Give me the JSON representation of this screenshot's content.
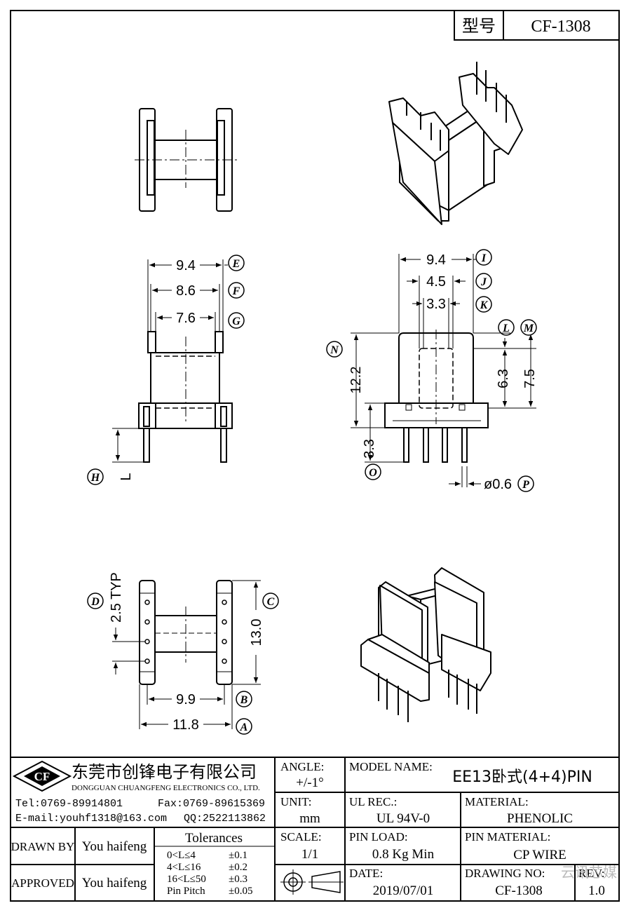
{
  "header": {
    "model_label": "型号",
    "model_code": "CF-1308"
  },
  "dims": {
    "top_view": {
      "d_e": "9.4",
      "d_f": "8.6",
      "d_g": "7.6",
      "d_l": "L",
      "lbl_e": "E",
      "lbl_f": "F",
      "lbl_g": "G",
      "lbl_h": "H"
    },
    "front_view": {
      "d_i": "9.4",
      "d_j": "4.5",
      "d_k": "3.3",
      "d_n": "12.2",
      "d_l": "6.3",
      "d_m": "7.5",
      "d_o": "3.3",
      "d_p": "ø0.6",
      "lbl_i": "I",
      "lbl_j": "J",
      "lbl_k": "K",
      "lbl_l": "L",
      "lbl_m": "M",
      "lbl_n": "N",
      "lbl_o": "O",
      "lbl_p": "P"
    },
    "bottom_view": {
      "d_d": "2.5 TYP",
      "d_c": "13.0",
      "d_b": "9.9",
      "d_a": "11.8",
      "lbl_a": "A",
      "lbl_b": "B",
      "lbl_c": "C",
      "lbl_d": "D"
    }
  },
  "company": {
    "logo_text": "CF",
    "name_cn": "东莞市创锋电子有限公司",
    "name_en": "DONGGUAN CHUANGFENG ELECTRONICS CO., LTD.",
    "tel": "Tel:0769-89914801",
    "fax": "Fax:0769-89615369",
    "email": "E-mail:youhf1318@163.com",
    "qq": "QQ:2522113862"
  },
  "title_block": {
    "angle_label": "ANGLE:",
    "angle_value": "+/-1°",
    "model_name_label": "MODEL NAME:",
    "model_name_value": "EE13卧式(4+4)PIN",
    "unit_label": "UNIT:",
    "unit_value": "mm",
    "ul_label": "UL REC.:",
    "ul_value": "UL 94V-0",
    "material_label": "MATERIAL:",
    "material_value": "PHENOLIC",
    "drawn_label": "DRAWN BY",
    "drawn_value": "You haifeng",
    "approved_label": "APPROVED",
    "approved_value": "You haifeng",
    "tol_title": "Tolerances",
    "tolerances": [
      {
        "range": "0<L≤4",
        "tol": "±0.1"
      },
      {
        "range": "4<L≤16",
        "tol": "±0.2"
      },
      {
        "range": "16<L≤50",
        "tol": "±0.3"
      },
      {
        "range": "Pin Pitch",
        "tol": "±0.05"
      }
    ],
    "scale_label": "SCALE:",
    "scale_value": "1/1",
    "pin_load_label": "PIN LOAD:",
    "pin_load_value": "0.8 Kg Min",
    "pin_material_label": "PIN MATERIAL:",
    "pin_material_value": "CP WIRE",
    "date_label": "DATE:",
    "date_value": "2019/07/01",
    "drawing_no_label": "DRAWING NO:",
    "drawing_no_value": "CF-1308",
    "rev_label": "REV:",
    "rev_value": "1.0"
  },
  "watermark": "云讯芯媒"
}
